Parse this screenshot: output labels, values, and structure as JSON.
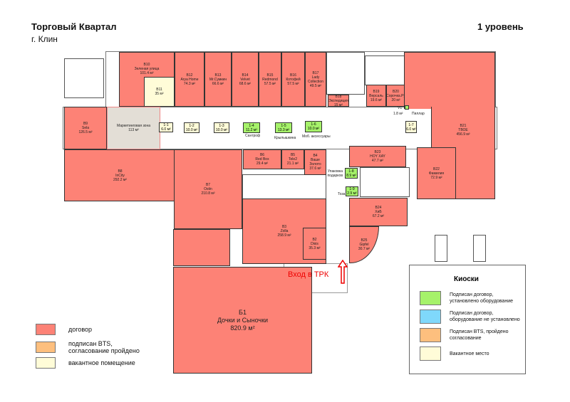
{
  "header": {
    "title": "Торговый Квартал",
    "city": "г. Клин",
    "level": "1 уровень"
  },
  "rooms": {
    "b1": {
      "id": "Б1",
      "name": "Дочки и Сыночки",
      "area": "820.9 м²"
    },
    "b2": {
      "id": "B2",
      "name": "Dixis",
      "area": "35.3 м²"
    },
    "b3": {
      "id": "B3",
      "name": "Zolla",
      "area": "258.9 м²"
    },
    "b4": {
      "id": "B4",
      "name": "Ваше Золото",
      "area": "37.6 м²"
    },
    "b5": {
      "id": "B5",
      "name": "Tele2",
      "area": "21.1 м²"
    },
    "b6": {
      "id": "B6",
      "name": "Red Box",
      "area": "29.4 м²"
    },
    "b7": {
      "id": "B7",
      "name": "Ostin",
      "area": "210.8 м²"
    },
    "b8": {
      "id": "B8",
      "name": "InCity",
      "area": "292.2 м²"
    },
    "b9": {
      "id": "B9",
      "name": "Sela",
      "area": "126.5 м²"
    },
    "b10": {
      "id": "B10",
      "name": "Зеленая улица",
      "area": "101.4 м²"
    },
    "b11": {
      "id": "B11",
      "name": "",
      "area": "35 м²"
    },
    "b12": {
      "id": "B12",
      "name": "Arya Home",
      "area": "74.3 м²"
    },
    "b13": {
      "id": "B13",
      "name": "Mr.Сумкин",
      "area": "66.6 м²"
    },
    "b14": {
      "id": "B14",
      "name": "Velvet",
      "area": "68.6 м²"
    },
    "b15": {
      "id": "B15",
      "name": "Redmond",
      "area": "57.5 м²"
    },
    "b16": {
      "id": "B16",
      "name": "Котофей",
      "area": "57.5 м²"
    },
    "b17": {
      "id": "B17",
      "name": "Lady Collection",
      "area": "49.5 м²"
    },
    "b18": {
      "id": "B18",
      "name": "Экспедиция",
      "area": "15 м²"
    },
    "b19": {
      "id": "B19",
      "name": "Версаль",
      "area": "19.6 м²"
    },
    "b20": {
      "id": "B20",
      "name": "Сорочка.Ру",
      "area": "20 м²"
    },
    "b21": {
      "id": "B21",
      "name": "ТВОЕ",
      "area": "456.9 м²"
    },
    "b22": {
      "id": "B22",
      "name": "Фамилия",
      "area": "72.9 м²"
    },
    "b23": {
      "id": "B23",
      "name": "HOY XAY",
      "area": "47.7 м²"
    },
    "b24": {
      "id": "B24",
      "name": "ХиБ",
      "area": "67.2 м²"
    },
    "b25": {
      "id": "B25",
      "name": "Gipfel",
      "area": "30.7 м²"
    },
    "marketing": {
      "name": "Маркетинговая зона",
      "area": "113 м²"
    }
  },
  "kiosks": {
    "k1": {
      "id": "1-1",
      "area": "6.0 м²"
    },
    "k2": {
      "id": "1-2",
      "area": "10.0 м²"
    },
    "k3": {
      "id": "1-3",
      "area": "10.0 м²"
    },
    "k4": {
      "id": "1-4",
      "area": "11.2 м²",
      "label": "Сантроф"
    },
    "k5": {
      "id": "1-5",
      "area": "13.3 м²",
      "label": "Крылышкина"
    },
    "k6": {
      "id": "1-6",
      "area": "10.0 м²",
      "label": "Моб. аксессуары"
    },
    "k7": {
      "id": "1-7",
      "area": "6.0 м²"
    },
    "k8": {
      "id": "1-8",
      "area": "8.9 м²",
      "label": "Упаковка подарков"
    },
    "k9": {
      "id": "1-9",
      "area": "2.9 м²",
      "label": "Тоза"
    },
    "v1": {
      "id": "V1",
      "area": "1.8 м²",
      "label": "Пиллар"
    }
  },
  "entrance": "Вход в ТРК",
  "legend": [
    {
      "label": "договор",
      "color": "#fd8276"
    },
    {
      "label": "подписан BTS, согласование пройдено",
      "color": "#fdbf7e"
    },
    {
      "label": "вакантное помещение",
      "color": "#fffcd8"
    }
  ],
  "kiosk_legend": {
    "title": "Киоски",
    "items": [
      {
        "label": "Подписан договор, установлено оборудование",
        "color": "#a6f26a"
      },
      {
        "label": "Подписан договор, оборудование не установлено",
        "color": "#7fd8fb"
      },
      {
        "label": "Подписан BTS, пройдено согласование",
        "color": "#fdbf7e"
      },
      {
        "label": "Вакантное место",
        "color": "#fffcd8"
      }
    ]
  }
}
